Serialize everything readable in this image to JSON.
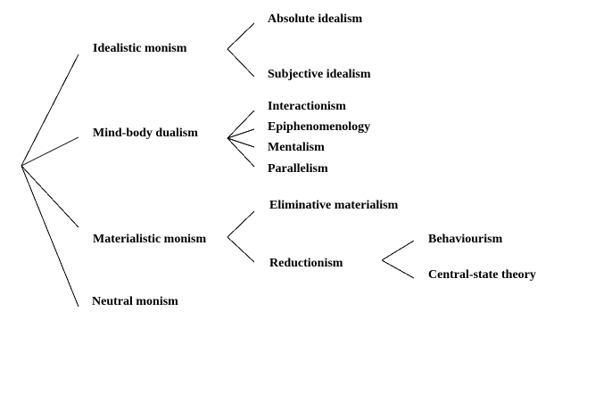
{
  "diagram": {
    "colors": {
      "line": "#000000",
      "text": "#000000",
      "background": "#ffffff"
    },
    "branches": {
      "idealistic_monism": {
        "label": "Idealistic monism",
        "children": [
          "Absolute idealism",
          "Subjective idealism"
        ]
      },
      "mind_body_dualism": {
        "label": "Mind-body dualism",
        "children": [
          "Interactionism",
          "Epiphenomenology",
          "Mentalism",
          "Parallelism"
        ]
      },
      "materialistic_monism": {
        "label": "Materialistic monism",
        "children": [
          "Eliminative materialism",
          "Reductionism"
        ]
      },
      "reductionism": {
        "children": [
          "Behaviourism",
          "Central-state theory"
        ]
      },
      "neutral_monism": {
        "label": "Neutral monism"
      }
    }
  }
}
